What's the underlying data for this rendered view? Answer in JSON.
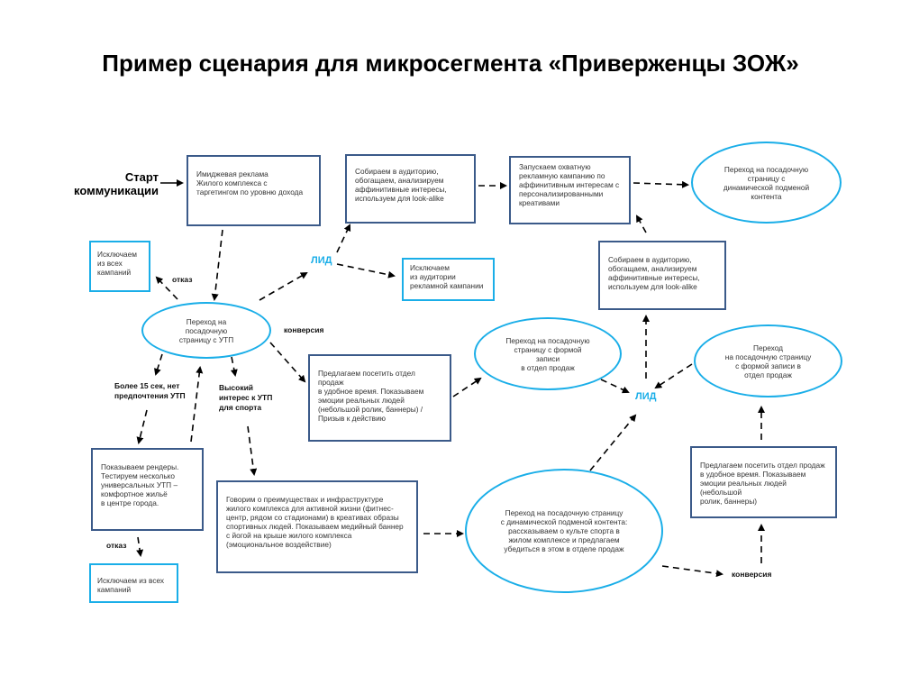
{
  "title": "Пример сценария для микросегмента «Приверженцы ЗОЖ»",
  "start": "Старт\nкоммуникации",
  "nodes": {
    "image_ad": "Имиджевая реклама\nЖилого комплекса с\nтаргетингом по уровню дохода",
    "collect_audience_1": "Собираем в аудиторию,\nобогащаем, анализируем\nаффинитивные  интересы,\nиспользуем для look-alike",
    "reach_campaign": "Запускаем охватную\nрекламную кампанию по\nаффинитивным  интересам с\nперсонализированными\nкреативами",
    "landing_dynamic": "Переход на посадочную\nстраницу с\nдинамической подменой\nконтента",
    "exclude_all_1": "Исключаем\nиз всех\nкампаний",
    "exclude_campaign": "Исключаем\nиз аудитории\nрекламной кампании",
    "collect_audience_2": "Собираем в аудиторию,\nобогащаем, анализируем\nаффинитивные  интересы,\nиспользуем для look-alike",
    "landing_utp": "Переход на\nпосадочную\nстраницу с УТП",
    "offer_sales_1": "Предлагаем посетить отдел\nпродаж\nв удобное время. Показываем\nэмоции реальных людей\n(небольшой ролик, баннеры) /\nПризыв к действию",
    "landing_form_1": "Переход на посадочную\nстраницу с формой\nзаписи\nв отдел продаж",
    "landing_form_2": "Переход\nна посадочную страницу\nс формой записи в\nотдел продаж",
    "renders": "Показываем рендеры.\nТестируем несколько\nуниверсальных УТП –\nкомфортное жильё\nв центре города.",
    "sport_infra": "Говорим о преимуществах и инфраструктуре\nжилого комплекса для активной жизни (фитнес-\nцентр, рядом со стадионами) в креативах образы\nспортивных людей. Показываем медийный баннер\nс йогой на крыше жилого комплекса\n(эмоциональное воздействие)",
    "landing_sport": "Переход на посадочную страницу\nс динамической подменой контента:\nрассказываем о культе спорта в\nжилом комплексе и предлагаем\nубедиться в этом в отделе продаж",
    "offer_sales_2": "Предлагаем посетить отдел продаж\nв удобное время. Показываем\nэмоции реальных людей (небольшой\nролик, баннеры)",
    "exclude_all_2": "Исключаем из всех\nкампаний"
  },
  "labels": {
    "refusal_1": "отказ",
    "lead_1": "ЛИД",
    "conversion_1": "конверсия",
    "no_preference": "Более 15 сек, нет\nпредпочтения УТП",
    "high_interest": "Высокий\nинтерес к УТП\nдля спорта",
    "lead_2": "ЛИД",
    "refusal_2": "отказ",
    "conversion_2": "конверсия"
  },
  "colors": {
    "box_border": "#3b5a89",
    "accent": "#1aaee8"
  }
}
